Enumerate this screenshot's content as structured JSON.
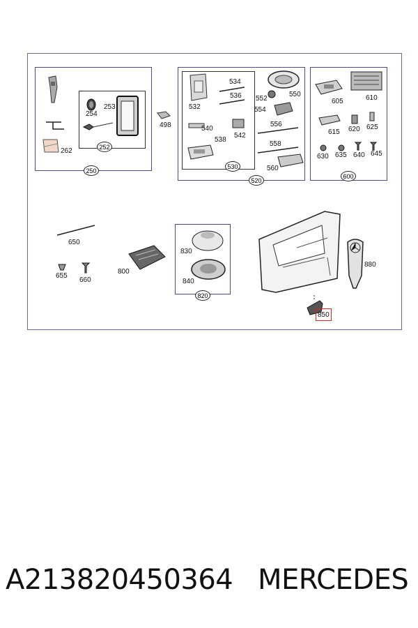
{
  "diagram": {
    "group_labels": {
      "g250": "250",
      "g252": "252",
      "g520": "520",
      "g530": "530",
      "g600": "600",
      "g820": "820"
    },
    "parts": {
      "p253": "253",
      "p254": "254",
      "p262": "262",
      "p498": "498",
      "p532": "532",
      "p534": "534",
      "p536": "536",
      "p538": "538",
      "p540": "540",
      "p542": "542",
      "p550": "550",
      "p552": "552",
      "p554": "554",
      "p556": "556",
      "p558": "558",
      "p560": "560",
      "p605": "605",
      "p610": "610",
      "p615": "615",
      "p620": "620",
      "p625": "625",
      "p630": "630",
      "p635": "635",
      "p640": "640",
      "p645": "645",
      "p650": "650",
      "p655": "655",
      "p660": "660",
      "p800": "800",
      "p830": "830",
      "p840": "840",
      "p850": "850",
      "p880": "880"
    },
    "highlighted_part": "850",
    "colors": {
      "frame": "#4b4b8c",
      "highlight": "#e2231a"
    }
  },
  "footer": {
    "part_number": "A213820450364",
    "brand": "MERCEDES"
  }
}
